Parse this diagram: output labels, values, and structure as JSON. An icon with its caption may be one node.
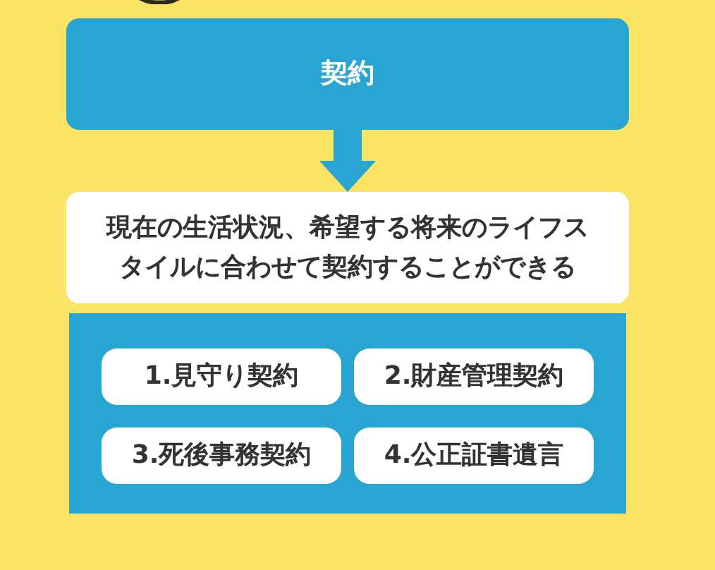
{
  "diagram": {
    "nodes": [
      {
        "text": [
          "契約"
        ]
      },
      {
        "text": [
          "現在の生活状況、希望する将来のライフスタイルに合わせて契約することができる"
        ]
      },
      {
        "text": [],
        "shape": "box"
      },
      {
        "text": [
          "1.見守り契約"
        ],
        "in": 2
      },
      {
        "text": [
          "2.財産管理契約"
        ],
        "in": 2
      },
      {
        "text": [
          "3.死後事務契約"
        ],
        "in": 2
      },
      {
        "text": [
          "4.公正証書遺言"
        ],
        "in": 2
      }
    ],
    "edges": [
      {
        "from": 0,
        "to": 1,
        "arrow": "to"
      }
    ]
  }
}
